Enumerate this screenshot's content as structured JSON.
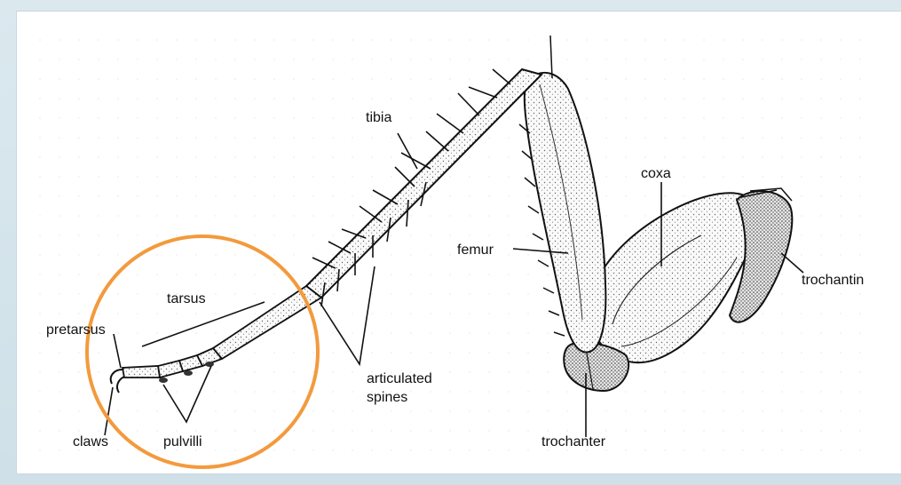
{
  "labels": {
    "tibia": "tibia",
    "coxa": "coxa",
    "femur": "femur",
    "trochantin": "trochantin",
    "tarsus": "tarsus",
    "pretarsus": "pretarsus",
    "articulated": "articulated",
    "spines": "spines",
    "claws": "claws",
    "pulvilli": "pulvilli",
    "trochanter": "trochanter"
  },
  "colors": {
    "highlight_circle": "#f39a3d",
    "background": "#d3e3ea",
    "ink": "#111111"
  }
}
